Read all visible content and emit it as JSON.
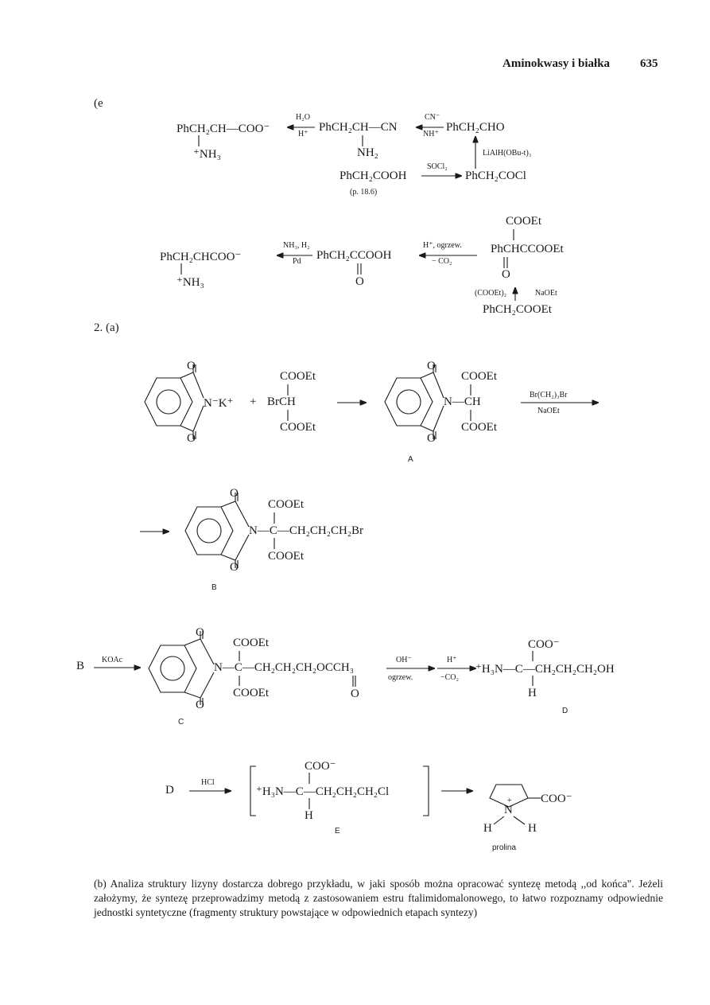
{
  "header": {
    "title": "Aminokwasy i białka",
    "page_number": "635"
  },
  "section_e": {
    "label": "(e",
    "product1": "PhCH₂CH—COO⁻",
    "product1_sub": "⁺NH₃",
    "arrow1_top": "H₂O",
    "arrow1_bottom": "H⁺",
    "nitrile": "PhCH₂CH—CN",
    "nitrile_sub": "NH₂",
    "arrow2_top": "CN⁻",
    "arrow2_bottom": "NH⁺",
    "aldehyde": "PhCH₂CHO",
    "reagent_side": "LiAlH(OBu-t)₃",
    "acid": "PhCH₂COOH",
    "arrow3_top": "SOCl₂",
    "acyl_chloride": "PhCH₂COCl",
    "reference": "(p. 18.6)"
  },
  "section_e2": {
    "product": "PhCH₂CHCOO⁻",
    "product_sub": "⁺NH₃",
    "arrow1_top": "NH₃, H₂",
    "arrow1_bottom": "Pd",
    "ketoacid": "PhCH₂CCOOH",
    "ketoacid_o": "O",
    "arrow2_top": "H⁺, ogrzew.",
    "arrow2_bottom": "− CO₂",
    "ester_top": "COOEt",
    "ester": "PhCHCCOOEt",
    "ester_o": "O",
    "reagents_left": "(COOEt)₂",
    "reagents_right": "NaOEt",
    "start": "PhCH₂COOEt"
  },
  "section_2a": {
    "label": "2. (a)",
    "potassium": "N⁻K⁺",
    "plus": "+",
    "brch": "BrCH",
    "cooet": "COOEt",
    "o": "O",
    "a_nch": "N—CH",
    "label_a": "A",
    "arrow_a_top": "Br(CH₂)₃Br",
    "arrow_a_bottom": "NaOEt",
    "b_chain": "N—C—CH₂CH₂CH₂Br",
    "label_b": "B",
    "b_start": "B",
    "arrow_koac": "KOAc",
    "c_chain": "N—C—CH₂CH₂CH₂OCCH₃",
    "label_c": "C",
    "arrow_c1_top": "OH⁻",
    "arrow_c1_bottom": "ogrzew.",
    "arrow_c2_top": "H⁺",
    "arrow_c2_bottom": "−CO₂",
    "coo_minus": "COO⁻",
    "d_chain": "⁺H₃N—C—CH₂CH₂CH₂OH",
    "h": "H",
    "label_d": "D",
    "d_start": "D",
    "arrow_hcl": "HCl",
    "e_chain": "⁺H₃N—C—CH₂CH₂CH₂Cl",
    "label_e": "E",
    "proline_coo": "COO⁻",
    "proline_n": "N",
    "proline_plus": "+",
    "proline_h1": "H",
    "proline_h2": "H",
    "proline_name": "prolina"
  },
  "paragraph_b": "(b) Analiza struktury lizyny dostarcza dobrego przykładu, w jaki sposób można opracować syntezę metodą ,,od końca\". Jeżeli założymy, że syntezę przeprowadzimy metodą z zastosowaniem estru ftalimidomalonowego, to łatwo rozpoznamy odpowiednie jednostki syntetyczne (fragmenty struktury powstające w odpowiednich etapach syntezy)"
}
